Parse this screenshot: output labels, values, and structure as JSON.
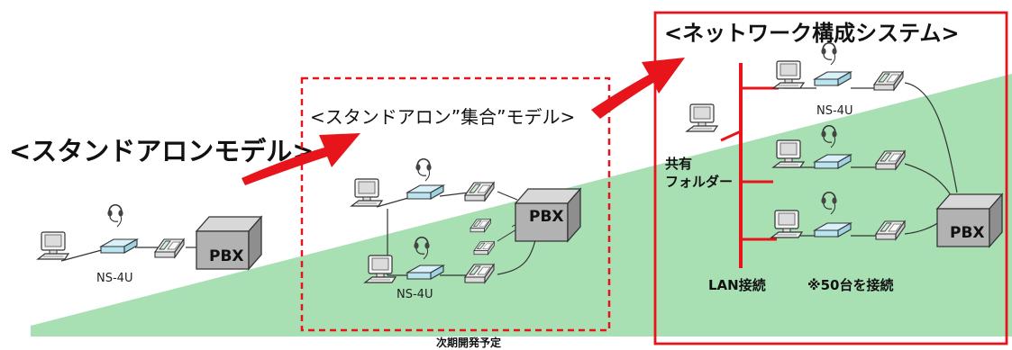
{
  "colors": {
    "wedge": "#a8dfb3",
    "frame": "#e8141b",
    "arrow": "#e8141b",
    "lan": "#e8141b"
  },
  "panels": {
    "standalone": {
      "title": "<スタンドアロンモデル>",
      "device_label": "NS-4U",
      "pbx_label": "PBX"
    },
    "group": {
      "title": "<スタンドアロン”集合”モデル>",
      "device_label": "NS-4U",
      "pbx_label": "PBX",
      "note": "次期開発予定"
    },
    "network": {
      "title": "<ネットワーク構成システム>",
      "device_label": "NS-4U",
      "pbx_label": "PBX",
      "shared_folder_line1": "共有",
      "shared_folder_line2": "フォルダー",
      "lan_label": "LAN接続",
      "count_label": "※50台を接続"
    }
  },
  "icons": [
    "pc-icon",
    "headset-icon",
    "ns4u-device-icon",
    "telephone-icon",
    "pbx-cabinet-icon",
    "arrow-icon"
  ]
}
